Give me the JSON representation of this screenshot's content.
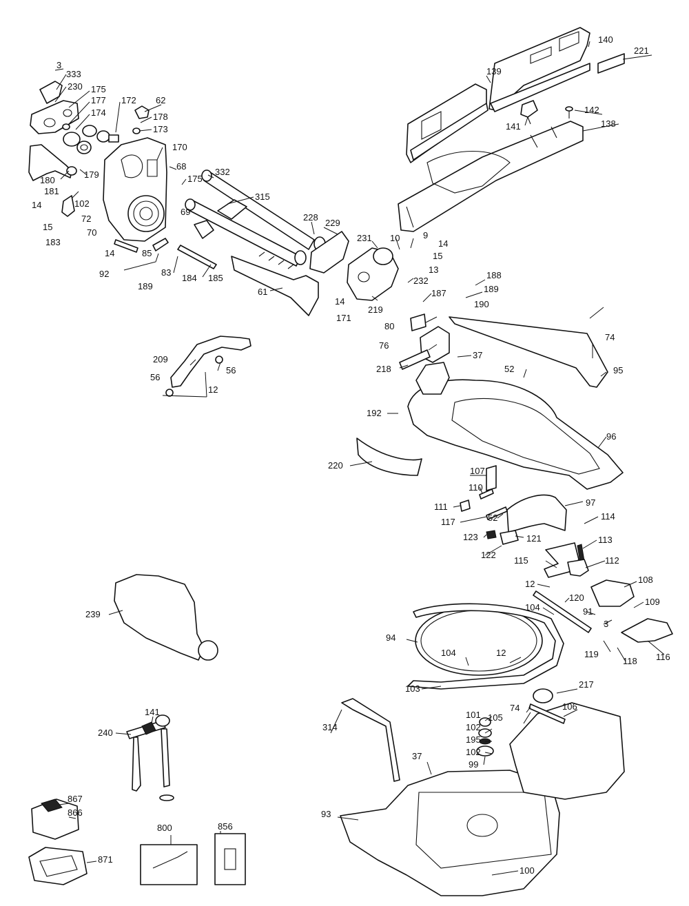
{
  "callouts": [
    "3",
    "333",
    "230",
    "175",
    "177",
    "174",
    "172",
    "62",
    "178",
    "173",
    "180",
    "181",
    "179",
    "102",
    "14",
    "15",
    "183",
    "72",
    "70",
    "170",
    "68",
    "175b",
    "332",
    "315",
    "69",
    "228",
    "229",
    "231",
    "10",
    "9",
    "14b",
    "15b",
    "13",
    "232",
    "14c",
    "85",
    "83",
    "184",
    "185",
    "92",
    "189",
    "61",
    "171",
    "219",
    "188",
    "189b",
    "187",
    "190",
    "80",
    "76",
    "37",
    "218",
    "74",
    "95",
    "52",
    "192",
    "96",
    "220",
    "209",
    "56",
    "56b",
    "12",
    "107",
    "110",
    "111",
    "117",
    "52b",
    "97",
    "114",
    "123",
    "121",
    "122",
    "113",
    "115",
    "112",
    "108",
    "109",
    "12b",
    "120",
    "104",
    "91",
    "3b",
    "116",
    "94",
    "104b",
    "12c",
    "119",
    "118",
    "239",
    "103",
    "217",
    "106",
    "74b",
    "105",
    "101",
    "102b",
    "195",
    "102c",
    "99",
    "141b",
    "240",
    "314",
    "37b",
    "93",
    "100",
    "867",
    "866",
    "871",
    "800",
    "856",
    "139",
    "140",
    "221",
    "141",
    "142",
    "138"
  ],
  "labels": {
    "3": "3",
    "333": "333",
    "230": "230",
    "175": "175",
    "177": "177",
    "174": "174",
    "172": "172",
    "62": "62",
    "178": "178",
    "173": "173",
    "180": "180",
    "181": "181",
    "179": "179",
    "102": "102",
    "14": "14",
    "15": "15",
    "183": "183",
    "72": "72",
    "70": "70",
    "170": "170",
    "68": "68",
    "175b": "175",
    "332": "332",
    "315": "315",
    "69": "69",
    "228": "228",
    "229": "229",
    "231": "231",
    "10": "10",
    "9": "9",
    "14b": "14",
    "15b": "15",
    "13": "13",
    "232": "232",
    "14c": "14",
    "85": "85",
    "83": "83",
    "184": "184",
    "185": "185",
    "92": "92",
    "189": "189",
    "61": "61",
    "171": "171",
    "219": "219",
    "188": "188",
    "189b": "189",
    "187": "187",
    "190": "190",
    "80": "80",
    "76": "76",
    "37": "37",
    "218": "218",
    "74": "74",
    "95": "95",
    "52": "52",
    "192": "192",
    "96": "96",
    "220": "220",
    "209": "209",
    "56": "56",
    "56b": "56",
    "12": "12",
    "107": "107",
    "110": "110",
    "111": "111",
    "117": "117",
    "52b": "52",
    "97": "97",
    "114": "114",
    "123": "123",
    "121": "121",
    "122": "122",
    "113": "113",
    "115": "115",
    "112": "112",
    "108": "108",
    "109": "109",
    "12b": "12",
    "120": "120",
    "104": "104",
    "91": "91",
    "3b": "3",
    "116": "116",
    "94": "94",
    "104b": "104",
    "12c": "12",
    "119": "119",
    "118": "118",
    "239": "239",
    "103": "103",
    "217": "217",
    "106": "106",
    "74b": "74",
    "105": "105",
    "101": "101",
    "102b": "102",
    "195": "195",
    "102c": "102",
    "99": "99",
    "141b": "141",
    "240": "240",
    "314": "314",
    "37b": "37",
    "93": "93",
    "100": "100",
    "867": "867",
    "866": "866",
    "871": "871",
    "800": "800",
    "856": "856",
    "139": "139",
    "140": "140",
    "221": "221",
    "141": "141",
    "142": "142",
    "138": "138"
  },
  "colors": {
    "ink": "#111111",
    "paper": "#ffffff",
    "shade": "#d9d9d9"
  }
}
